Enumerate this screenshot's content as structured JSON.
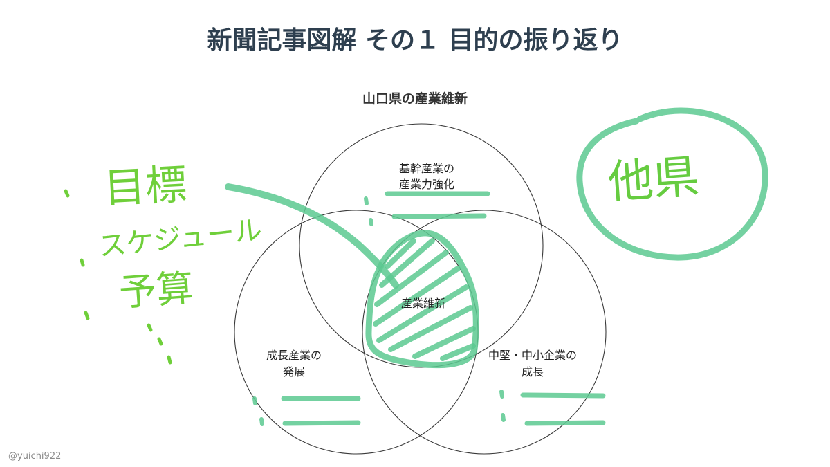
{
  "slide": {
    "title": "新聞記事図解 その１ 目的の振り返り",
    "subtitle": "山口県の産業維新",
    "credit": "@yuichi922"
  },
  "venn": {
    "top_label_line1": "基幹産業の",
    "top_label_line2": "産業力強化",
    "left_label_line1": "成長産業の",
    "left_label_line2": "発展",
    "right_label_line1": "中堅・中小企業の",
    "right_label_line2": "成長",
    "center_label": "産業維新"
  },
  "annotations": {
    "handwritten_left_line1": "目標",
    "handwritten_left_line2": "スケジュール",
    "handwritten_left_line3": "予算",
    "handwritten_right": "他県"
  },
  "colors": {
    "title": "#2e3f4f",
    "marker_teal": "#5cc990",
    "marker_lime": "#6fcf3a"
  }
}
